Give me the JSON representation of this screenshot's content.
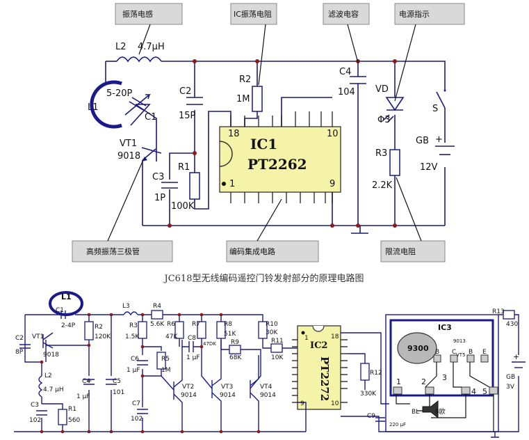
{
  "callouts": {
    "oscillator_inductor": "振荡电感",
    "ic_osc_resistor": "IC振荡电阻",
    "filter_cap": "滤波电容",
    "power_indicator": "电源指示",
    "hf_transistor": "高频振荡三极管",
    "encoder_ic": "编码集成电路",
    "current_limit_resistor": "限流电阻"
  },
  "top_circuit": {
    "l2_label": "L2",
    "l2_value": "4.7μH",
    "l1_label": "L1",
    "c1_range": "5-20P",
    "c1_label": "C1",
    "vt1_label": "VT1",
    "vt1_model": "9018",
    "c3_label": "C3",
    "c3_value": "1P",
    "c2_label": "C2",
    "c2_value": "15P",
    "r1_label": "R1",
    "r1_value": "100K",
    "r2_label": "R2",
    "r2_value": "1M",
    "ic1_name": "IC1",
    "ic1_model": "PT2262",
    "ic1_pin18": "18",
    "ic1_pin10": "10",
    "ic1_pin1": "1",
    "ic1_pin9": "9",
    "c4_label": "C4",
    "c4_value": "104",
    "vd_label": "VD",
    "vd_size": "Φ3",
    "r3_label": "R3",
    "r3_value": "2.2K",
    "s_label": "S",
    "gb_label": "GB",
    "gb_value": "12V",
    "plus": "+"
  },
  "caption": "JC618型无线编码遥控门铃发射部分的原理电路图",
  "bottom_circuit": {
    "l1": "L1",
    "c1": "C1",
    "c1_val": "2-4P",
    "c2": "C2",
    "c2_val": "8P",
    "vt1": "VT1",
    "vt1_model": "9018",
    "r2": "R2",
    "r2_val": "120K",
    "l2": "L2",
    "l2_val": "4.7 μH",
    "c4": "C4",
    "c4_val": "1 μF",
    "c3": "C3",
    "c3_val": "102",
    "r1": "R1",
    "r1_val": "560",
    "c5": "C5",
    "c5_val": "101",
    "l3": "L3",
    "r4": "R4",
    "r4_val": "5.6K",
    "r3": "R3",
    "r3_val": "1.5K",
    "c6": "C6",
    "c6_val": "1 μF",
    "r5": "R5",
    "r5_val": "1M",
    "c7": "C7",
    "c7_val": "102",
    "r6": "R6",
    "r6_val": "47K",
    "c8": "C8",
    "c8_val": "1 μF",
    "vt2": "VT2",
    "vt2_model": "9014",
    "r7": "R7",
    "r7_val": "47DK",
    "r8": "R8",
    "r8_val": "51K",
    "r9": "R9",
    "r9_val": "68K",
    "vt3": "VT3",
    "vt3_model": "9014",
    "r10": "R10",
    "r10_val": "30K",
    "r11": "R11",
    "r11_val": "10K",
    "vt4": "VT4",
    "vt4_model": "9014",
    "ic2_name": "IC2",
    "ic2_model": "PT2272",
    "ic2_pin1": "1",
    "ic2_pin18": "18",
    "ic2_pin9": "9",
    "ic2_pin10": "10",
    "r12": "R12",
    "r12_val": "330K",
    "c9": "C9",
    "c9_val": "220 μF",
    "bl": "BL",
    "bl_val": "8欧",
    "ic3": "IC3",
    "ic3_chip": "9300",
    "ic3_transistor": "9013",
    "ic3_vt": "VT5",
    "pin_b1": "B",
    "pin_c": "C",
    "pin_b2": "B",
    "pin_e": "E",
    "pin3": "3",
    "pin1": "1",
    "pin2": "2",
    "pin4": "4",
    "pin5": "5",
    "r13": "R13",
    "r13_val": "430",
    "gb": "GB",
    "gb_val": "3V",
    "plus": "+"
  }
}
